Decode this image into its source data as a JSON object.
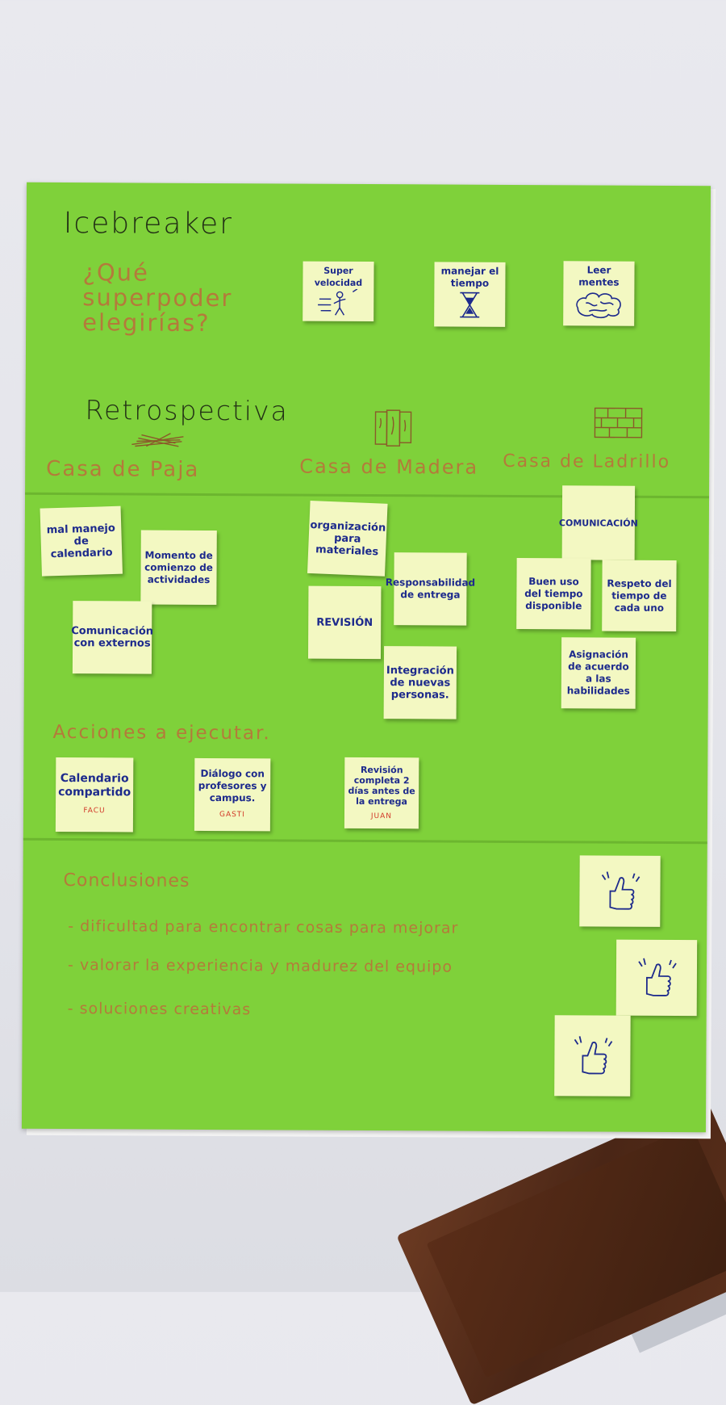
{
  "icebreaker": {
    "title": "Icebreaker",
    "question": "¿Qué superpoder elegirías?",
    "notes": [
      "Super velocidad",
      "manejar el tiempo",
      "Leer mentes"
    ]
  },
  "retrospective": {
    "title": "Retrospectiva",
    "columns": [
      "Casa de Paja",
      "Casa de Madera",
      "Casa de Ladrillo"
    ],
    "paja_notes": [
      "mal manejo de calendario",
      "Momento de comienzo de actividades",
      "Comunicación con externos"
    ],
    "madera_notes": [
      "organización para materiales",
      "Responsabilidad de entrega",
      "REVISIÓN",
      "Integración de nuevas personas."
    ],
    "ladrillo_notes": [
      "COMUNICACIÓN",
      "Buen uso del tiempo disponible",
      "Respeto del tiempo de cada uno",
      "Asignación de acuerdo a las habilidades"
    ]
  },
  "actions": {
    "title": "Acciones a ejecutar.",
    "items": [
      {
        "text": "Calendario compartido",
        "owner": "FACU"
      },
      {
        "text": "Diálogo con profesores y campus.",
        "owner": "GASTI"
      },
      {
        "text": "Revisión completa 2 días antes de la entrega",
        "owner": "JUAN"
      }
    ]
  },
  "conclusions": {
    "title": "Conclusiones",
    "items": [
      "- dificultad para encontrar cosas para mejorar",
      "- valorar la experiencia y madurez del equipo",
      "- soluciones creativas"
    ]
  },
  "colors": {
    "paper": "#7fd13a",
    "sticky": "#f3f8c2",
    "ink_blue": "#1d2a8c",
    "marker_brown": "#b47a3a",
    "marker_black": "#223015",
    "owner_red": "#d23a2a"
  },
  "icons": [
    "running-stick-figure-icon",
    "hourglass-icon",
    "brain-icon",
    "straw-icon",
    "wood-planks-icon",
    "brick-wall-icon",
    "thumbs-up-icon"
  ]
}
